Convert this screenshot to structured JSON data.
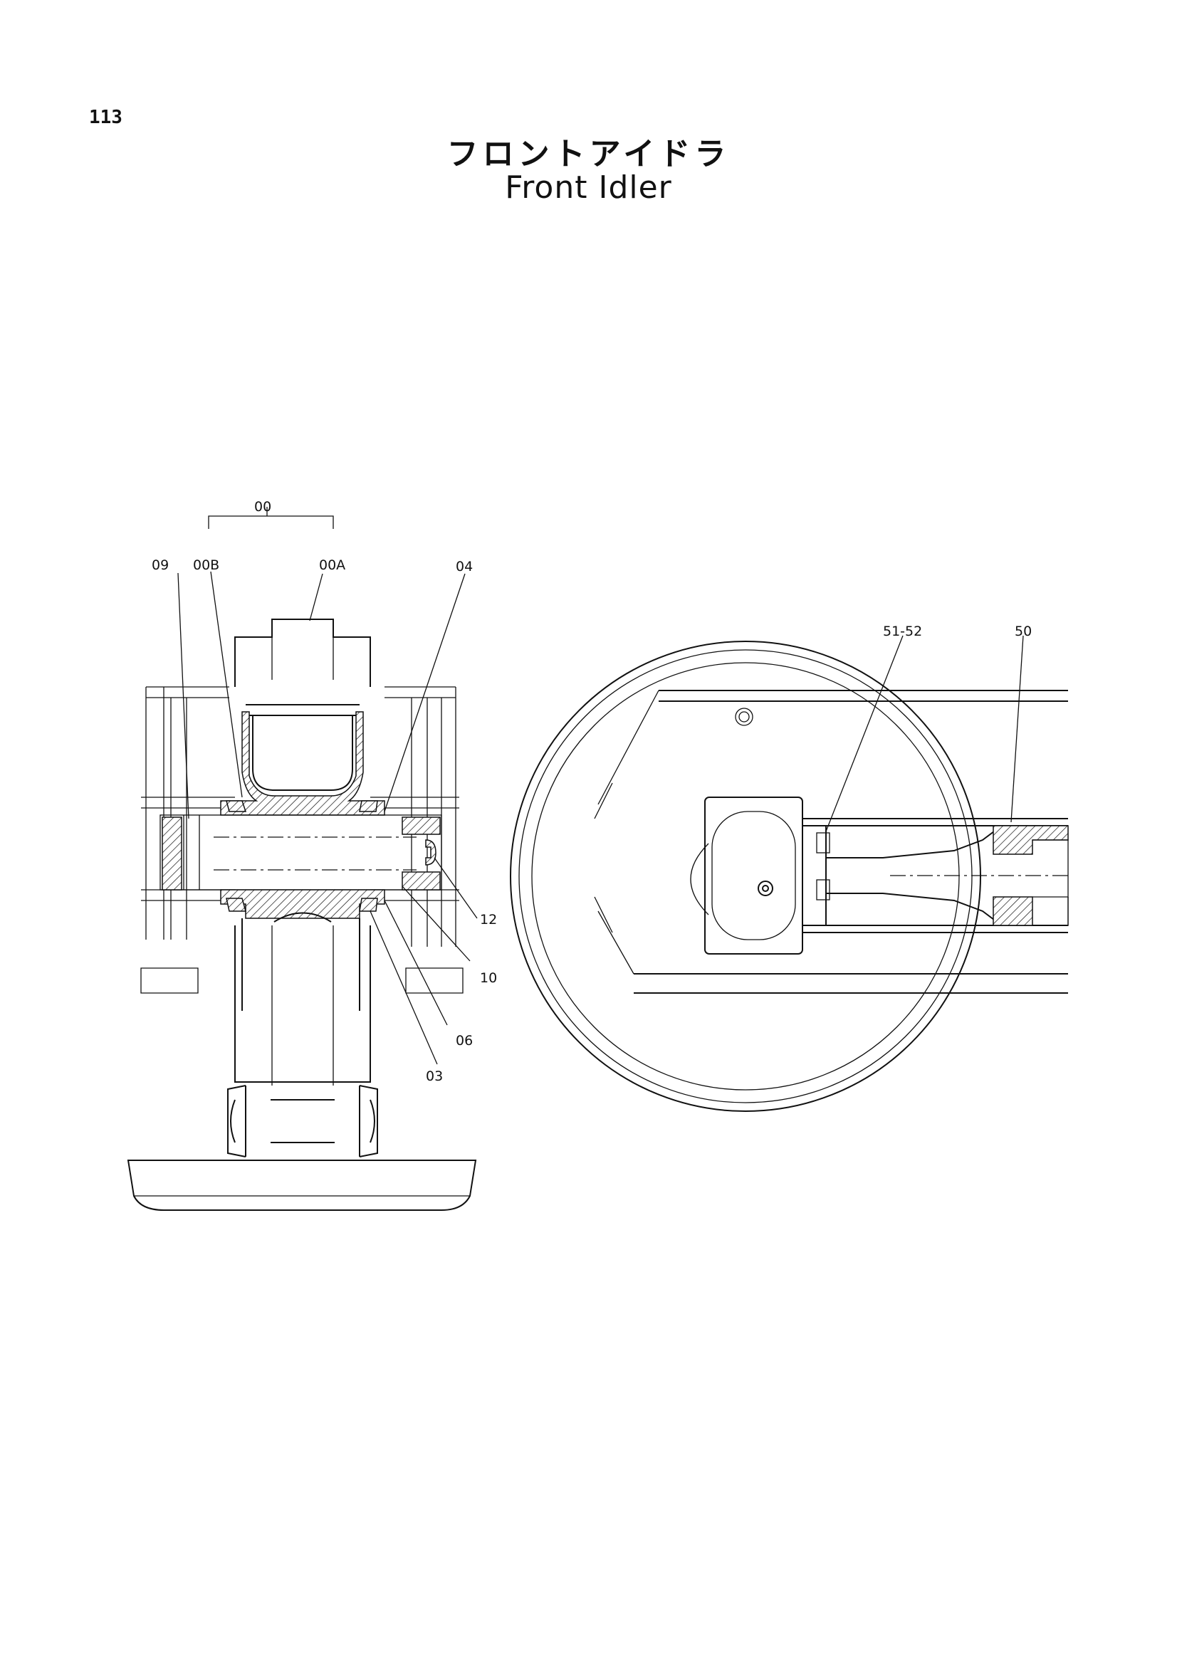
{
  "page": {
    "number": "113"
  },
  "title": {
    "japanese": "フロントアイドラ",
    "english": "Front Idler"
  },
  "callouts": {
    "c00": "00",
    "c00A": "00A",
    "c00B": "00B",
    "c09": "09",
    "c04": "04",
    "c12": "12",
    "c10": "10",
    "c06": "06",
    "c03": "03",
    "c51_52": "51-52",
    "c50": "50"
  }
}
